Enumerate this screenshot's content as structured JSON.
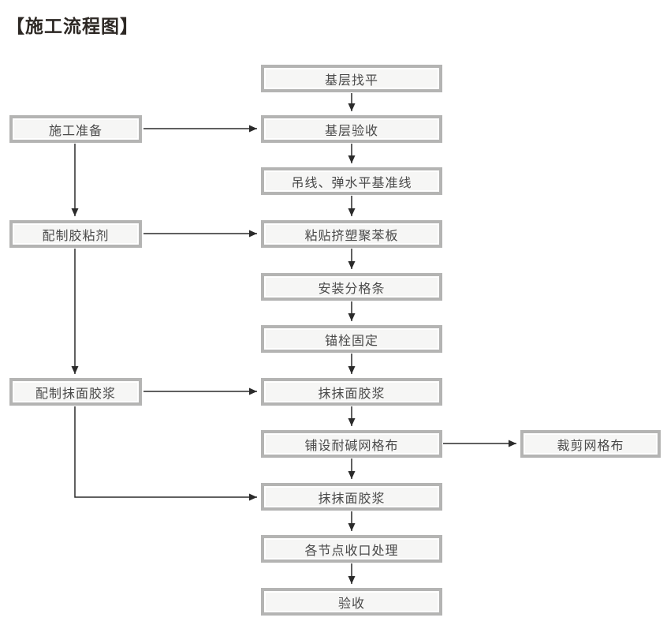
{
  "title": "【施工流程图】",
  "diagram_type": "flowchart",
  "flow": {
    "main_steps": [
      "基层找平",
      "基层验收",
      "吊线、弹水平基准线",
      "粘贴挤塑聚苯板",
      "安装分格条",
      "锚栓固定",
      "抹抹面胶浆",
      "铺设耐碱网格布",
      "抹抹面胶浆",
      "各节点收口处理",
      "验收"
    ],
    "side_steps": [
      "施工准备",
      "配制胶粘剂",
      "配制抹面胶浆"
    ],
    "right_steps": [
      "裁剪网格布"
    ],
    "connections": [
      {
        "from": "基层找平",
        "to": "基层验收"
      },
      {
        "from": "基层验收",
        "to": "吊线、弹水平基准线"
      },
      {
        "from": "吊线、弹水平基准线",
        "to": "粘贴挤塑聚苯板"
      },
      {
        "from": "粘贴挤塑聚苯板",
        "to": "安装分格条"
      },
      {
        "from": "安装分格条",
        "to": "锚栓固定"
      },
      {
        "from": "锚栓固定",
        "to": "抹抹面胶浆"
      },
      {
        "from": "抹抹面胶浆",
        "to": "铺设耐碱网格布"
      },
      {
        "from": "铺设耐碱网格布",
        "to": "抹抹面胶浆(第二道)"
      },
      {
        "from": "抹抹面胶浆(第二道)",
        "to": "各节点收口处理"
      },
      {
        "from": "各节点收口处理",
        "to": "验收"
      },
      {
        "from": "施工准备",
        "to": "基层验收"
      },
      {
        "from": "施工准备",
        "to": "配制胶粘剂"
      },
      {
        "from": "配制胶粘剂",
        "to": "粘贴挤塑聚苯板"
      },
      {
        "from": "配制胶粘剂",
        "to": "配制抹面胶浆"
      },
      {
        "from": "配制抹面胶浆",
        "to": "抹抹面胶浆"
      },
      {
        "from": "配制抹面胶浆",
        "to": "抹抹面胶浆(第二道)"
      },
      {
        "from": "铺设耐碱网格布",
        "to": "裁剪网格布"
      }
    ]
  },
  "colors": {
    "box_border": "#b4b4b3",
    "box_fill": "#f6f6f5",
    "box_inner_line": "#ffffff",
    "box_text": "#4a4a4a",
    "arrow": "#2b2b2b",
    "title_text": "#2d2824",
    "background": "#ffffff"
  }
}
